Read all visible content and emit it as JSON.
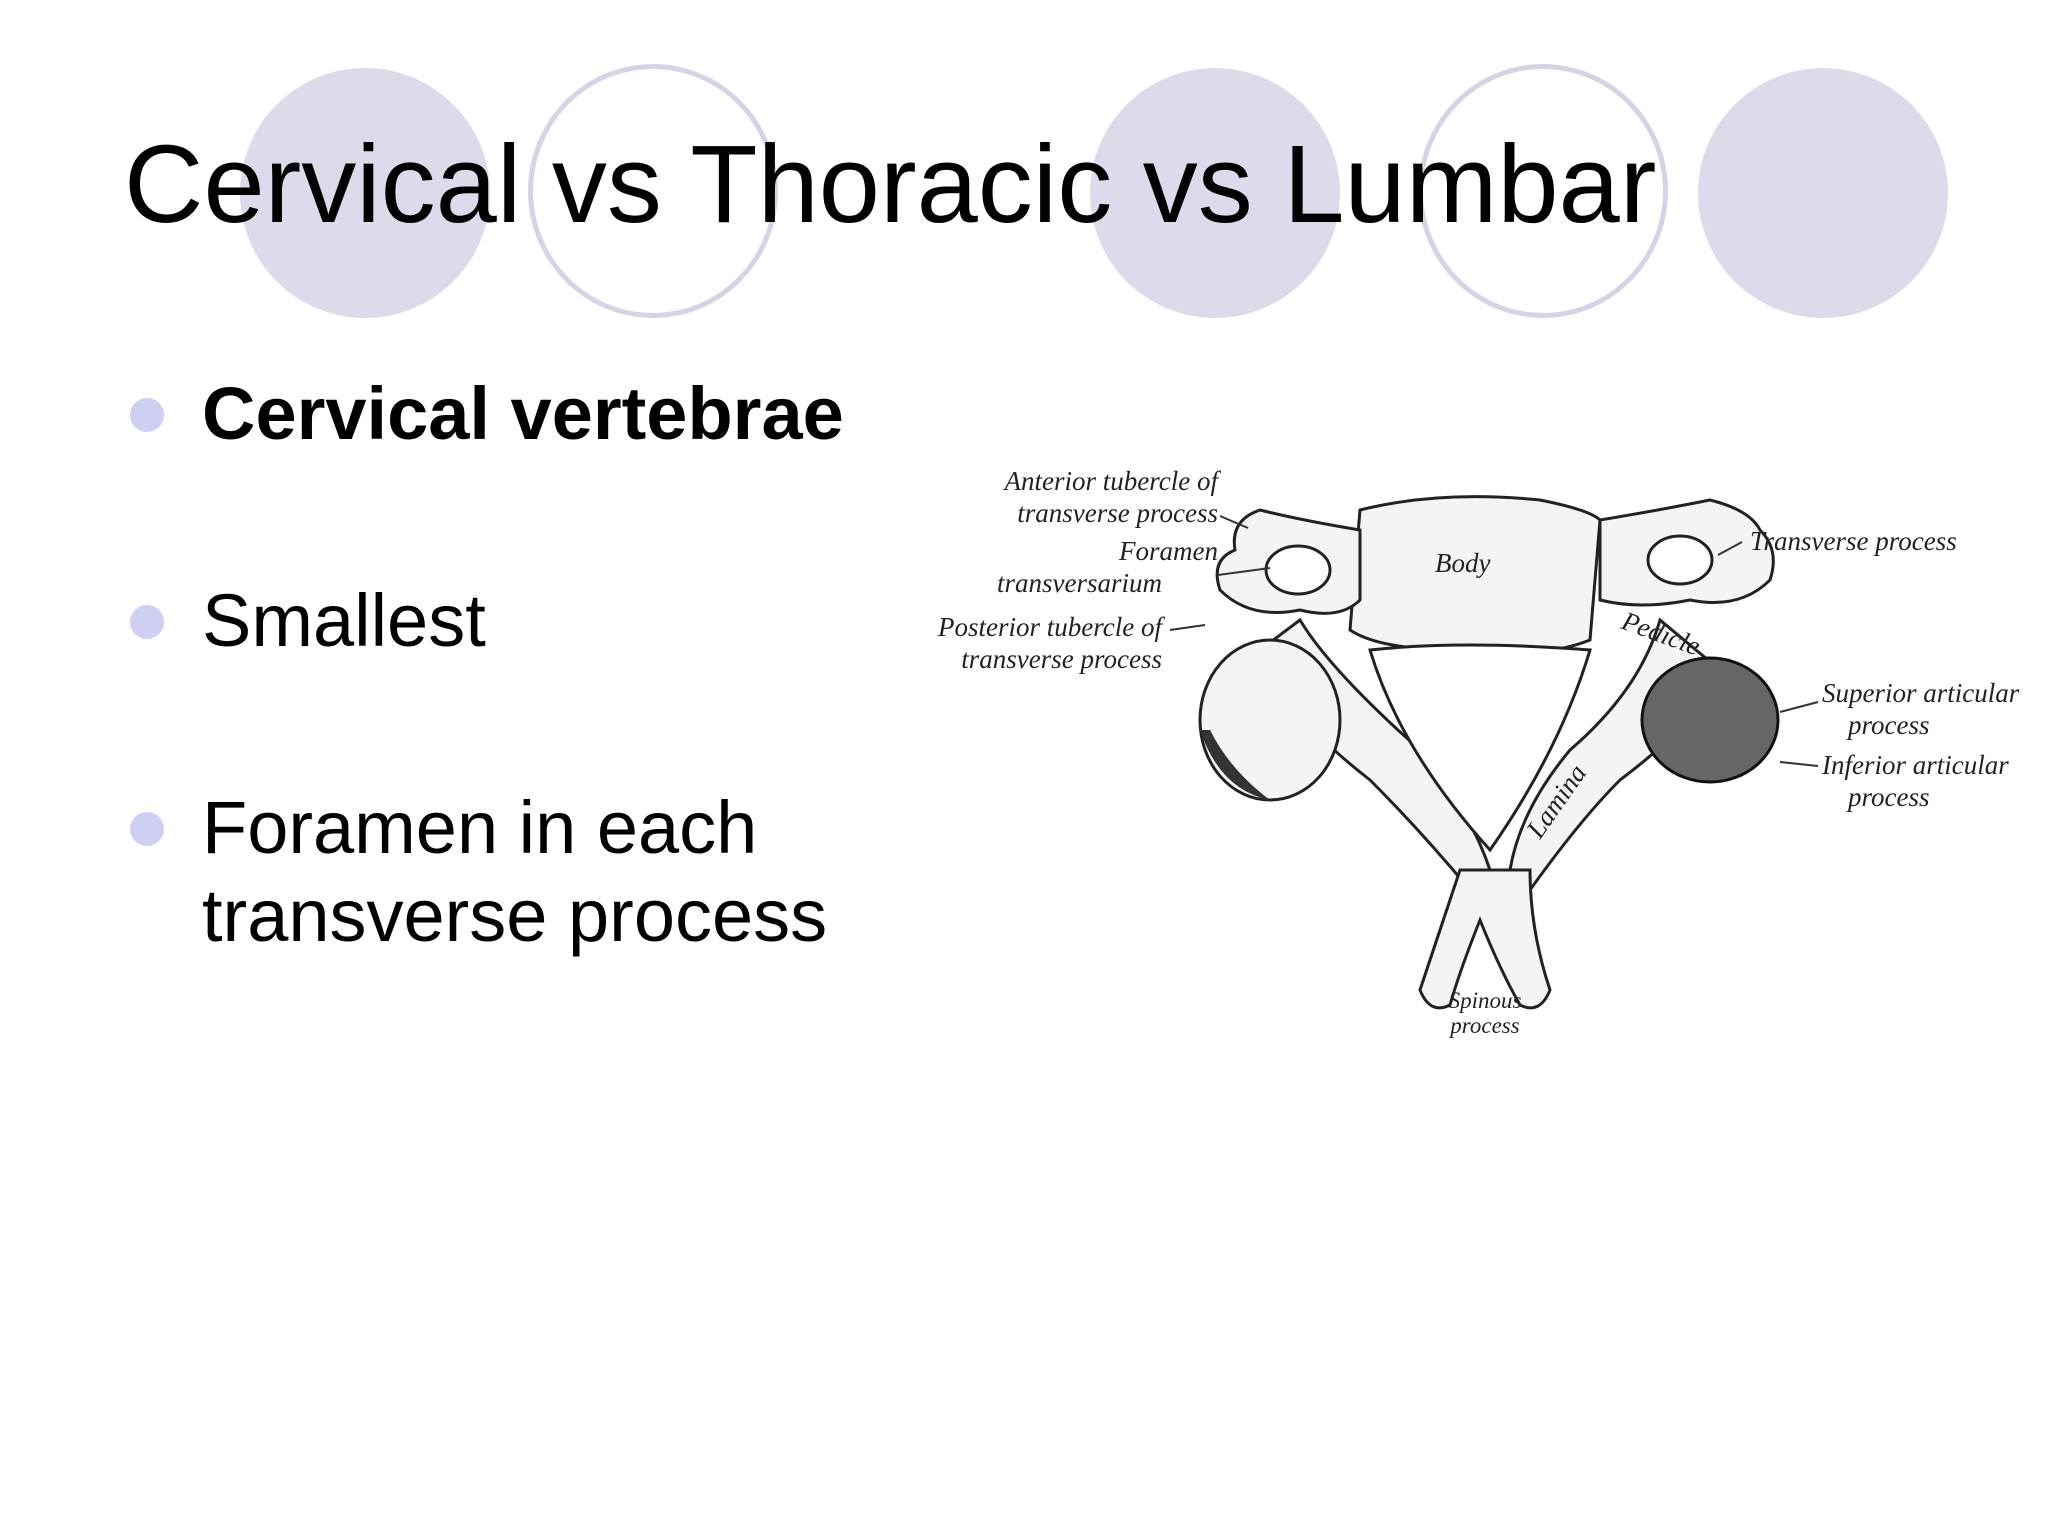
{
  "slide": {
    "title": "Cervical vs Thoracic vs Lumbar",
    "bullets": [
      {
        "text": "Cervical vertebrae",
        "bold": true
      },
      {
        "text": "Smallest",
        "bold": false
      },
      {
        "text": "Foramen in each transverse process",
        "bold": false
      }
    ]
  },
  "figure": {
    "labels": {
      "anterior_tubercle_1": "Anterior tubercle of",
      "anterior_tubercle_2": "transverse process",
      "foramen_1": "Foramen",
      "foramen_2": "transversarium",
      "posterior_tubercle_1": "Posterior tubercle of",
      "posterior_tubercle_2": "transverse process",
      "body": "Body",
      "pedicle": "Pedicle",
      "transverse_process": "Transverse process",
      "superior_articular_1": "Superior articular",
      "superior_articular_2": "process",
      "inferior_articular_1": "Inferior articular",
      "inferior_articular_2": "process",
      "lamina": "Lamina",
      "spinous_1": "Spinous",
      "spinous_2": "process"
    }
  },
  "colors": {
    "decor_circle_fill": "#dcdbec",
    "decor_circle_ring": "#d5d4e6",
    "bullet_dot": "#cfcff3"
  }
}
